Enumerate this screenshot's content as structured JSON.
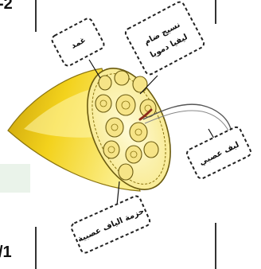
{
  "markers": {
    "top": "-2",
    "bottom": "/1"
  },
  "labels": {
    "sheath": "غمد",
    "tissue_line1": "نسيج ضام",
    "tissue_line2": "ليفيا دمويا",
    "nerve_fiber": "لبف عصبي",
    "fascicle": "حزمة الياف عصبية"
  },
  "colors": {
    "cone_fill": "#f3d21c",
    "cone_light": "#fbee8a",
    "face_fill": "#fdf4a6",
    "fascicle_fill": "#f6e487",
    "outline": "#6b5b10",
    "label_border": "#222222"
  }
}
